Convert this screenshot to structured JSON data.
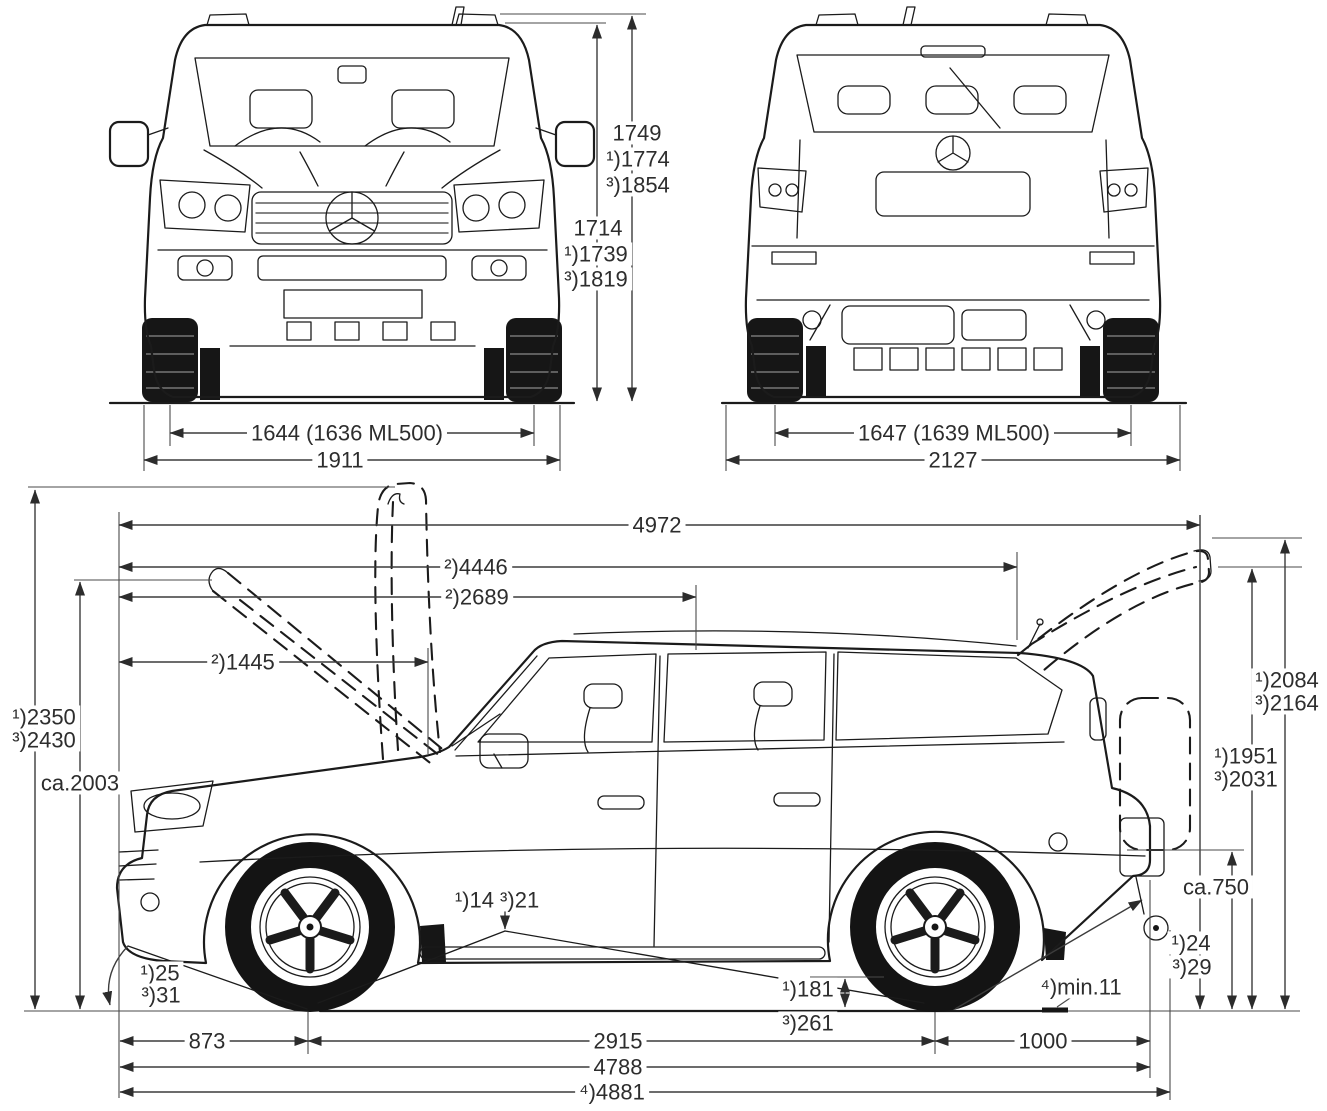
{
  "front_view": {
    "height_with_rails": {
      "base": "1749",
      "v1": "¹)1774",
      "v3": "³)1854"
    },
    "height_body": {
      "base": "1714",
      "v1": "¹)1739",
      "v3": "³)1819"
    },
    "front_track": "1644 (1636 ML500)",
    "overall_width": "1911"
  },
  "rear_view": {
    "rear_track": "1647 (1639 ML500)",
    "overall_width_mirrors": "2127"
  },
  "side_view": {
    "length_tailgate_open": "4972",
    "len_4446": "²)4446",
    "len_2689": "²)2689",
    "len_1445": "²)1445",
    "height_hood_open_v1": "¹)2350",
    "height_hood_open_v3": "³)2430",
    "height_ca2003": "ca.2003",
    "tailgate_open_height_v1": "¹)2084",
    "tailgate_open_height_v3": "³)2164",
    "tailgate_edge_height_v1": "¹)1951",
    "tailgate_edge_height_v3": "³)2031",
    "load_sill_height": "ca.750",
    "approach_angle_v1": "¹)25",
    "approach_angle_v3": "³)31",
    "ramp_angle": "¹)14 ³)21",
    "ground_clearance_v1": "¹)181",
    "ground_clearance_v3": "³)261",
    "departure_angle_v1": "¹)24",
    "departure_angle_v3": "³)29",
    "min_clearance": "⁴)min.11",
    "front_overhang": "873",
    "wheelbase": "2915",
    "rear_overhang": "1000",
    "overall_length": "4788",
    "length_with_hitch": "⁴)4881"
  }
}
